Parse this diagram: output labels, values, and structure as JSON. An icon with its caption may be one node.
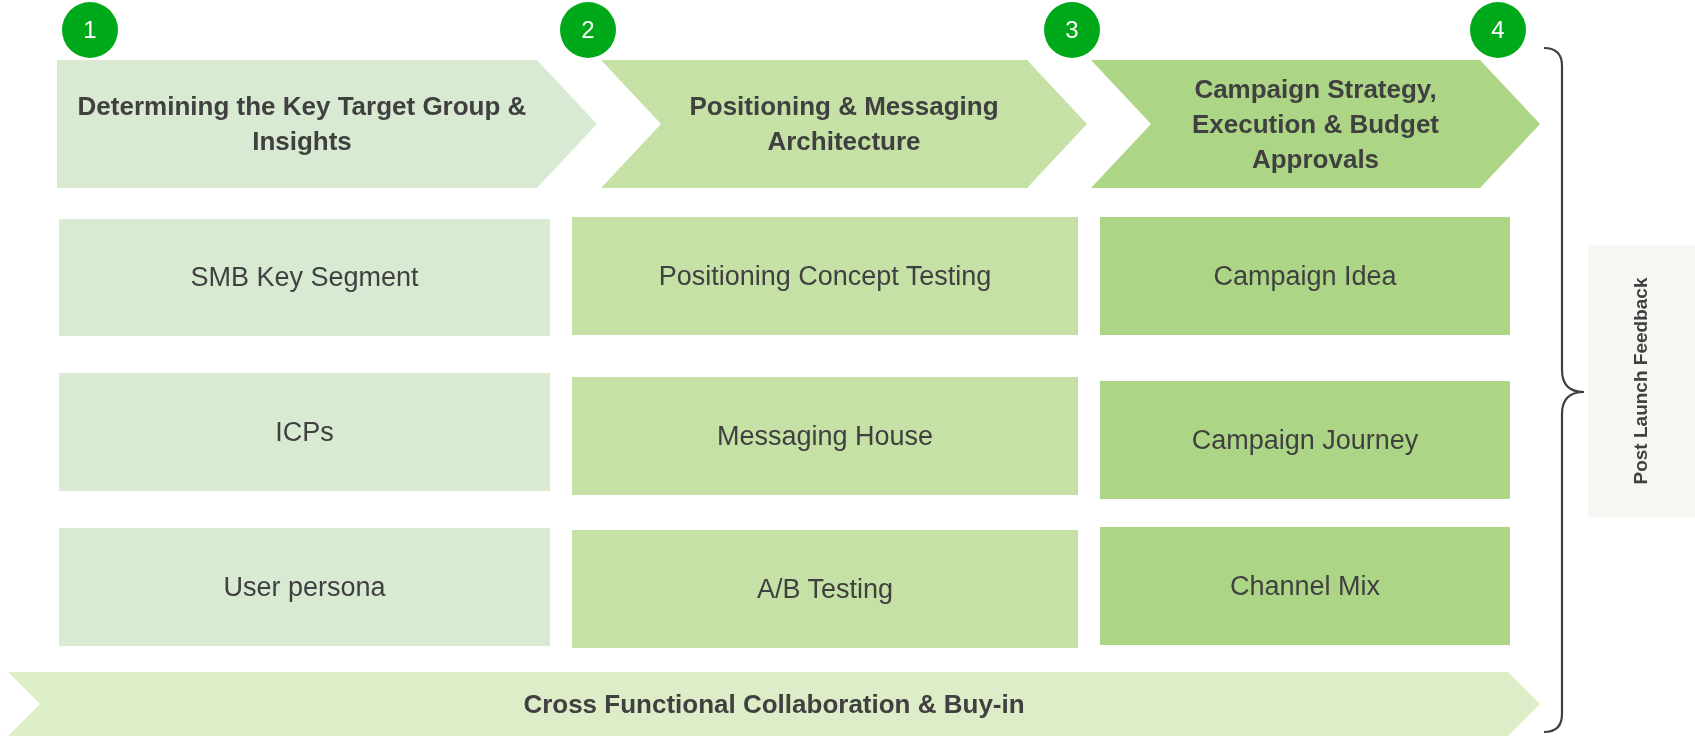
{
  "diagram": {
    "nodes": [
      {
        "text": [
          "1"
        ]
      },
      {
        "text": [
          "Determining the Key Target Group & Insights"
        ]
      },
      {
        "text": [
          "2"
        ]
      },
      {
        "text": [
          "Positioning & Messaging Architecture"
        ]
      },
      {
        "text": [
          "3"
        ]
      },
      {
        "text": [
          "Campaign Strategy, Execution & Budget Approvals"
        ]
      },
      {
        "text": [
          "4"
        ]
      },
      {
        "text": [
          "SMB Key Segment"
        ]
      },
      {
        "text": [
          "Positioning Concept Testing"
        ]
      },
      {
        "text": [
          "Campaign Idea"
        ]
      },
      {
        "text": [
          "ICPs"
        ]
      },
      {
        "text": [
          "Messaging House"
        ]
      },
      {
        "text": [
          "Campaign Journey"
        ]
      },
      {
        "text": [
          "User persona"
        ]
      },
      {
        "text": [
          "A/B Testing"
        ]
      },
      {
        "text": [
          "Channel Mix"
        ]
      },
      {
        "text": [
          "Cross Functional Collaboration & Buy-in"
        ]
      },
      {
        "text": [
          "Post Launch Feedback"
        ]
      }
    ],
    "edges": []
  }
}
